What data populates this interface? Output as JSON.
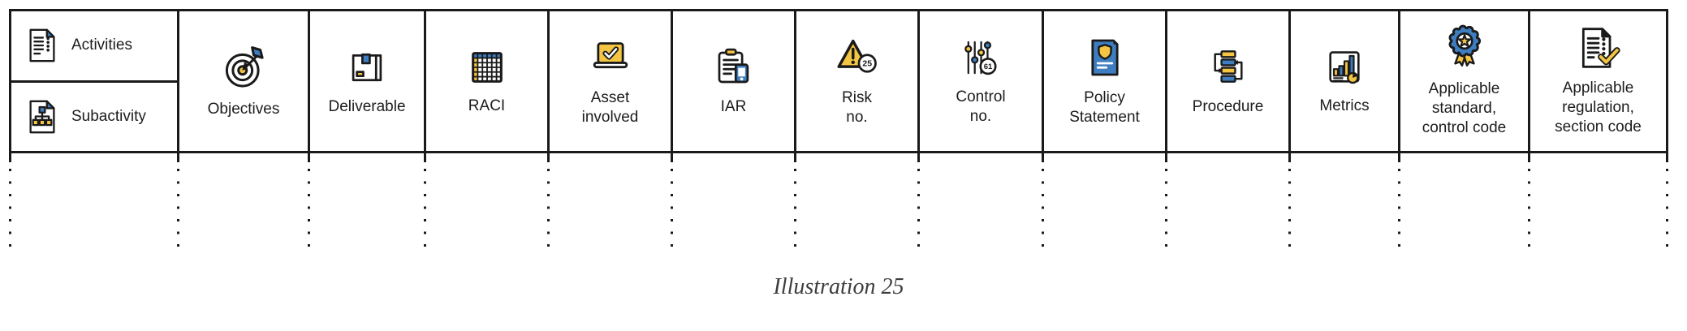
{
  "figure": {
    "caption": "Illustration 25"
  },
  "table": {
    "row_header": {
      "activities_label": "Activities",
      "subactivity_label": "Subactivity"
    },
    "columns": [
      {
        "label": "Objectives"
      },
      {
        "label": "Deliverable"
      },
      {
        "label": "RACI"
      },
      {
        "label": "Asset\ninvolved"
      },
      {
        "label": "IAR"
      },
      {
        "label": "Risk\nno."
      },
      {
        "label": "Control\nno."
      },
      {
        "label": "Policy\nStatement"
      },
      {
        "label": "Procedure"
      },
      {
        "label": "Metrics"
      },
      {
        "label": "Applicable\nstandard,\ncontrol code"
      },
      {
        "label": "Applicable\nregulation,\nsection code"
      }
    ],
    "risk_badge_number": "25",
    "control_badge_number": "61"
  },
  "colors": {
    "ink": "#1a1a1a",
    "yellow": "#F4C542",
    "blue": "#3E7EC0"
  }
}
